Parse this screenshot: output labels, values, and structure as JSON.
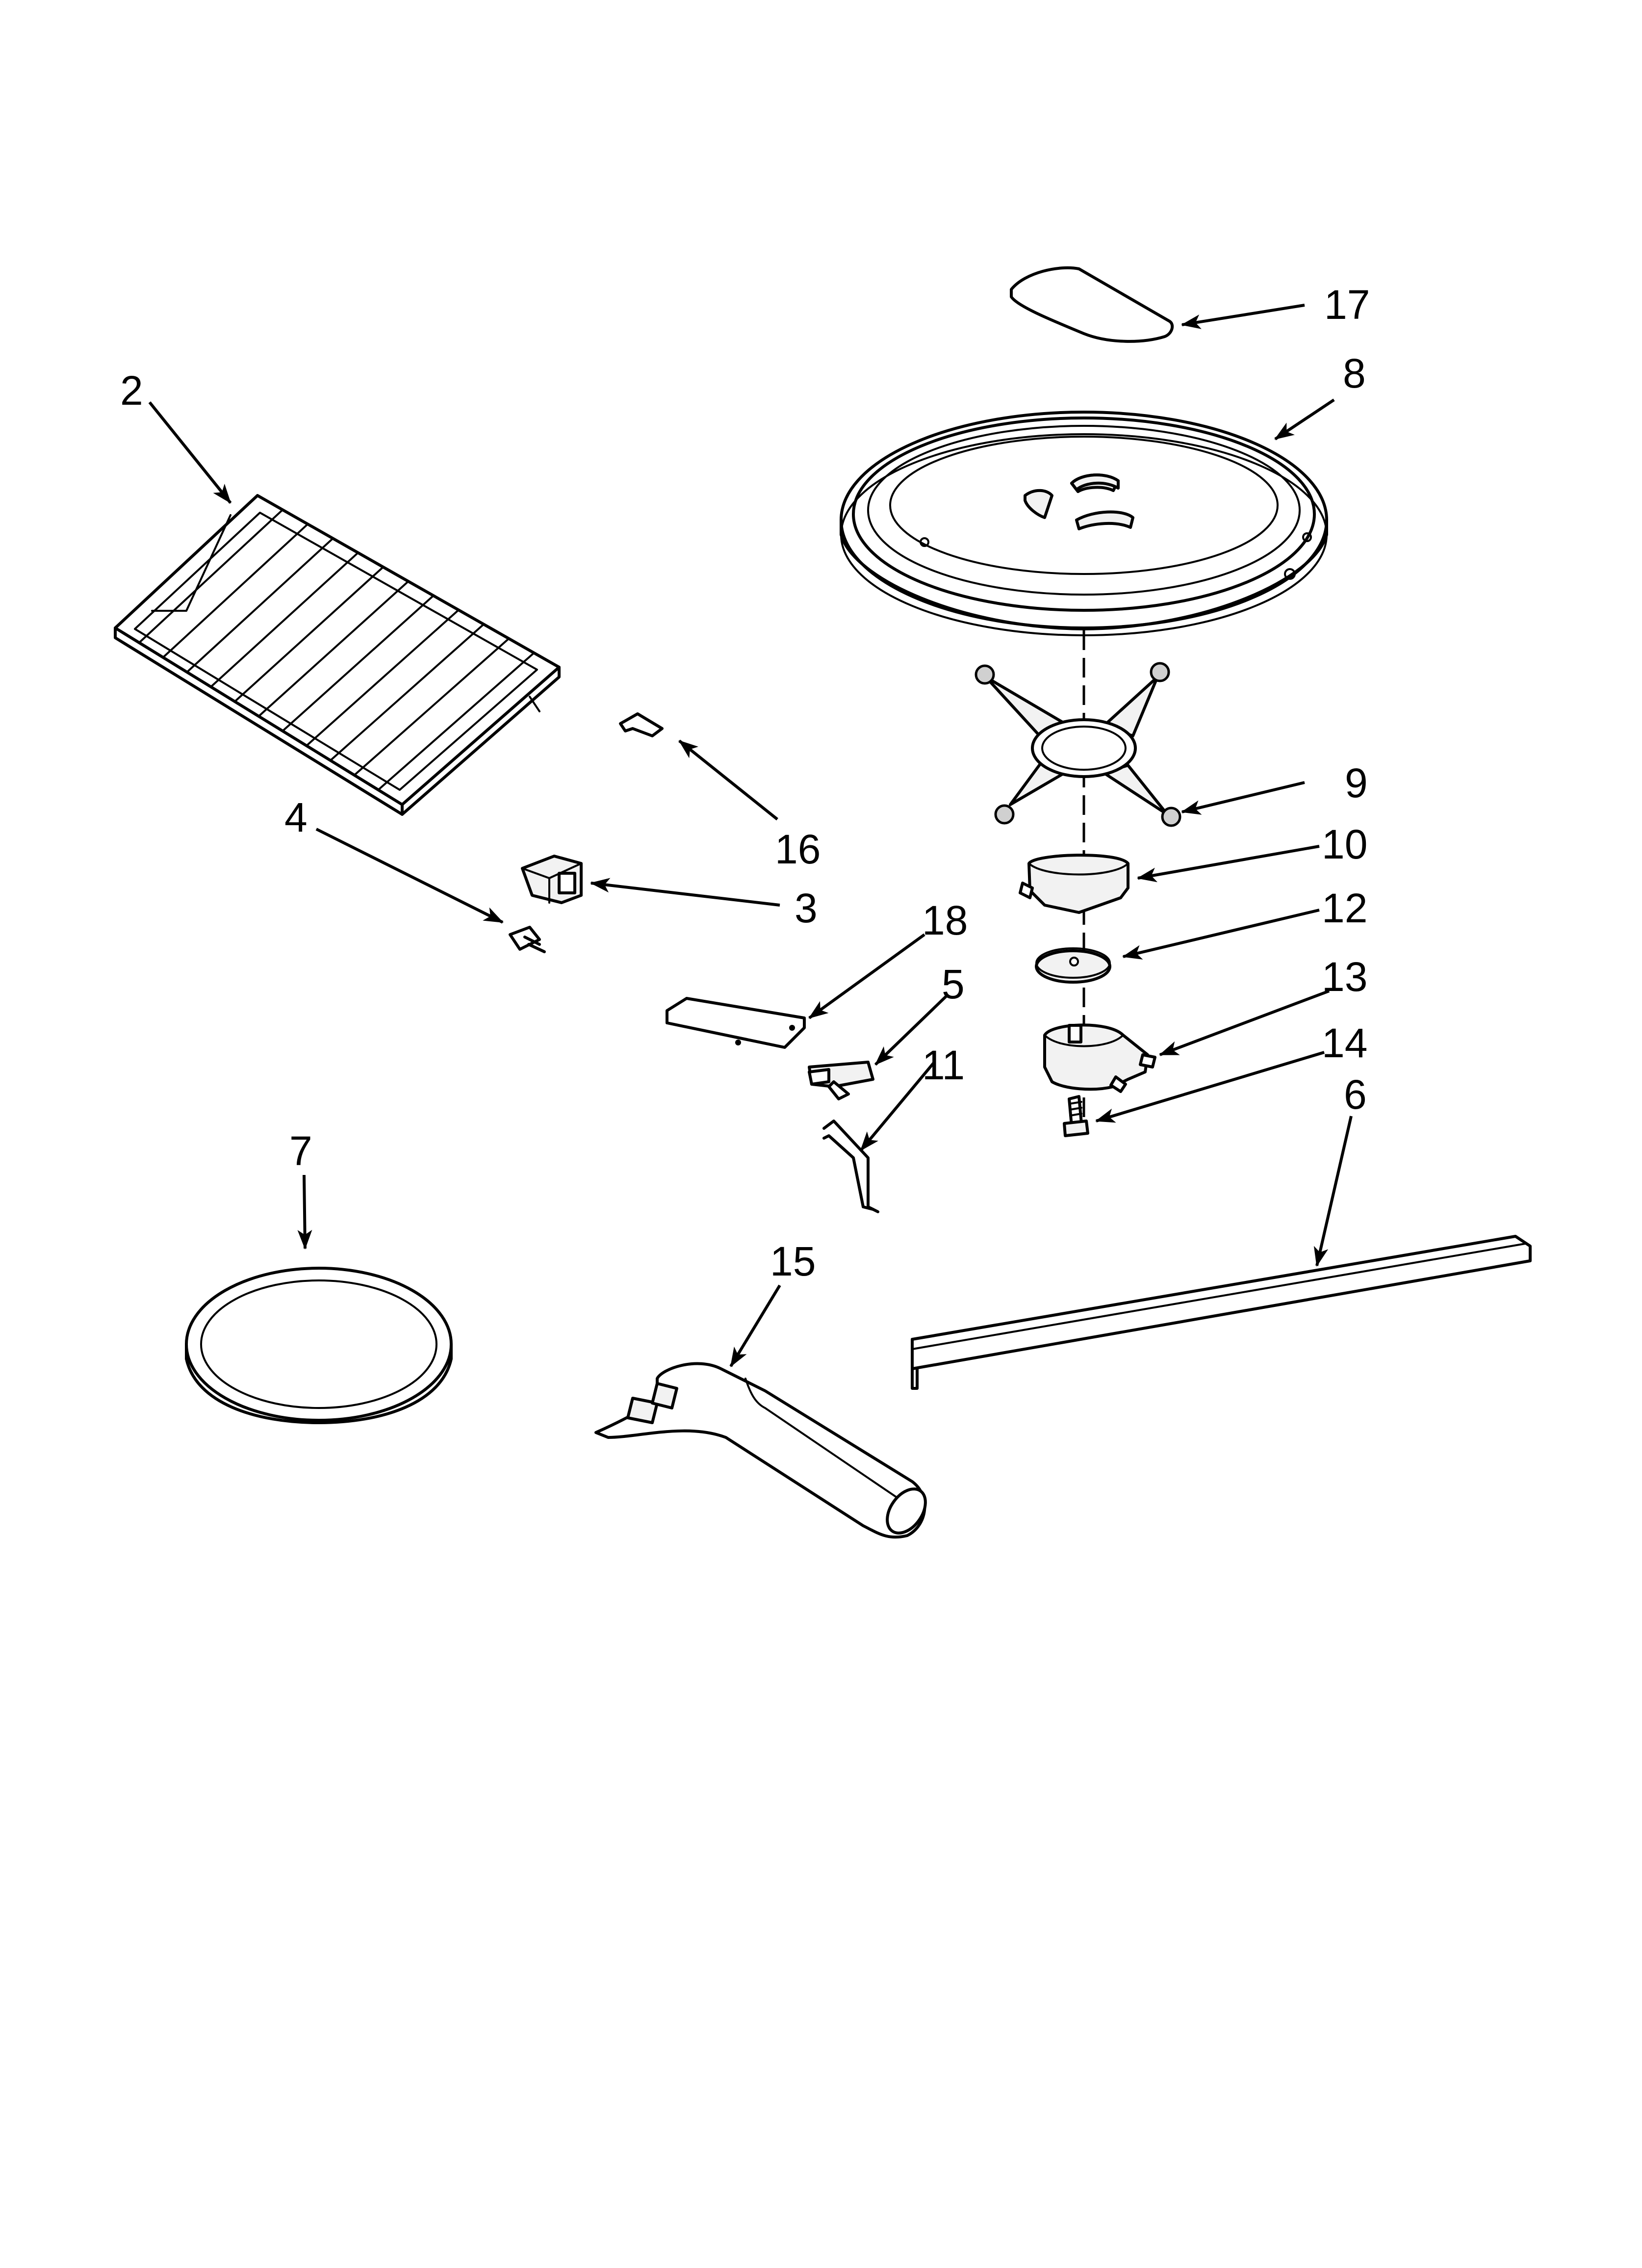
{
  "callouts": [
    {
      "id": "p2",
      "label": "2"
    },
    {
      "id": "p3",
      "label": "3"
    },
    {
      "id": "p4",
      "label": "4"
    },
    {
      "id": "p5",
      "label": "5"
    },
    {
      "id": "p6",
      "label": "6"
    },
    {
      "id": "p7",
      "label": "7"
    },
    {
      "id": "p8",
      "label": "8"
    },
    {
      "id": "p9",
      "label": "9"
    },
    {
      "id": "p10",
      "label": "10"
    },
    {
      "id": "p11",
      "label": "11"
    },
    {
      "id": "p12",
      "label": "12"
    },
    {
      "id": "p13",
      "label": "13"
    },
    {
      "id": "p14",
      "label": "14"
    },
    {
      "id": "p15",
      "label": "15"
    },
    {
      "id": "p16",
      "label": "16"
    },
    {
      "id": "p17",
      "label": "17"
    },
    {
      "id": "p18",
      "label": "18"
    }
  ],
  "colors": {
    "line": "#000000",
    "background": "#ffffff"
  }
}
